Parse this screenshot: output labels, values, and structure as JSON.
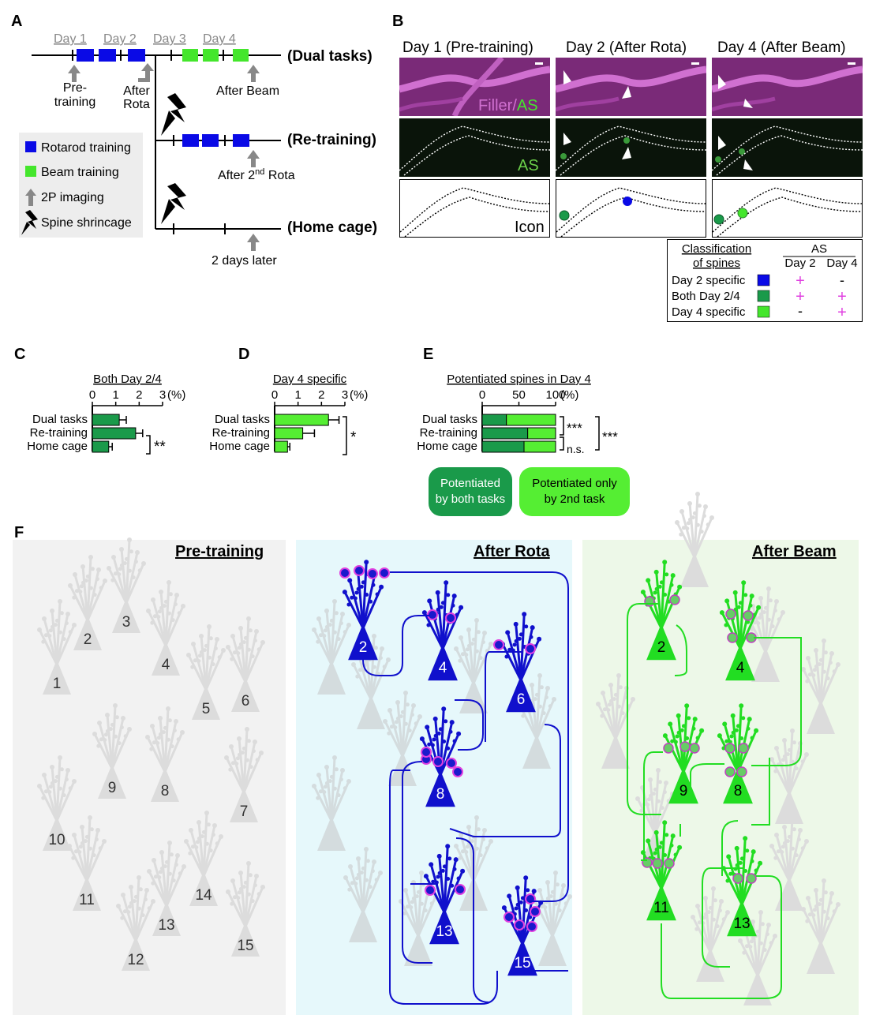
{
  "colors": {
    "rotarod": "#0a0ae6",
    "beam": "#44e62c",
    "both": "#1a9a4a",
    "magenta": "#e040e0",
    "filler": "#b050b0",
    "gray": "#d8d8d8",
    "arrow": "#888888"
  },
  "panels": {
    "A": "A",
    "B": "B",
    "C": "C",
    "D": "D",
    "E": "E",
    "F": "F"
  },
  "panelA": {
    "days": [
      "Day 1",
      "Day 2",
      "Day 3",
      "Day 4"
    ],
    "rows": [
      "(Dual tasks)",
      "(Re-training)",
      "(Home cage)"
    ],
    "pre_1": "Pre-",
    "pre_2": "training",
    "after_1": "After",
    "after_2": "Rota",
    "after_beam": "After Beam",
    "after_2nd_a": "After 2",
    "after_2nd_sup": "nd",
    "after_2nd_b": " Rota",
    "two_days": "2 days later",
    "legend": [
      "Rotarod training",
      "Beam training",
      "2P imaging",
      "Spine shrincage"
    ]
  },
  "panelB": {
    "headers": [
      "Day 1 (Pre-training)",
      "Day 2 (After Rota)",
      "Day 4 (After Beam)"
    ],
    "filler": "Filler/",
    "as_label": "AS",
    "icon_label": "Icon",
    "table": {
      "title_1": "Classification",
      "title_2": "of spines",
      "as_header": "AS",
      "day2": "Day 2",
      "day4": "Day 4",
      "rows": [
        {
          "label": "Day 2 specific",
          "d2": "+",
          "d4": "-"
        },
        {
          "label": "Both Day 2/4",
          "d2": "+",
          "d4": "+"
        },
        {
          "label": "Day 4 specific",
          "d2": "-",
          "d4": "+"
        }
      ]
    }
  },
  "chart_data": [
    {
      "type": "bar",
      "title": "Both Day 2/4",
      "categories": [
        "Dual tasks",
        "Re-training",
        "Home cage"
      ],
      "values": [
        1.15,
        1.85,
        0.7
      ],
      "errors": [
        0.3,
        0.3,
        0.15
      ],
      "xlim": [
        0,
        3
      ],
      "ticks": [
        "0",
        "1",
        "2",
        "3"
      ],
      "unit": "(%)",
      "significance": "**"
    },
    {
      "type": "bar",
      "title": "Day 4 specific",
      "categories": [
        "Dual tasks",
        "Re-training",
        "Home cage"
      ],
      "values": [
        2.3,
        1.2,
        0.55
      ],
      "errors": [
        0.45,
        0.5,
        0.1
      ],
      "xlim": [
        0,
        3
      ],
      "ticks": [
        "0",
        "1",
        "2",
        "3"
      ],
      "unit": "(%)",
      "significance": "*"
    },
    {
      "type": "bar",
      "title": "Potentiated spines in Day 4",
      "categories": [
        "Dual tasks",
        "Re-training",
        "Home cage"
      ],
      "series": [
        {
          "name": "Potentiated by both tasks",
          "values": [
            33,
            62,
            57
          ]
        },
        {
          "name": "Potentiated only by 2nd task",
          "values": [
            67,
            38,
            43
          ]
        }
      ],
      "xlim": [
        0,
        100
      ],
      "ticks": [
        "0",
        "50",
        "100"
      ],
      "unit": "(%)",
      "sig_pairs": [
        "***",
        "n.s.",
        "***"
      ]
    }
  ],
  "panelE_legend": {
    "both_1": "Potentiated",
    "both_2": "by both tasks",
    "only_1": "Potentiated only",
    "only_2": "by 2nd task"
  },
  "panelF": {
    "titles": [
      "Pre-training",
      "After Rota",
      "After Beam"
    ],
    "neuron_numbers": [
      "1",
      "2",
      "3",
      "4",
      "5",
      "6",
      "7",
      "8",
      "9",
      "10",
      "11",
      "12",
      "13",
      "14",
      "15"
    ]
  }
}
